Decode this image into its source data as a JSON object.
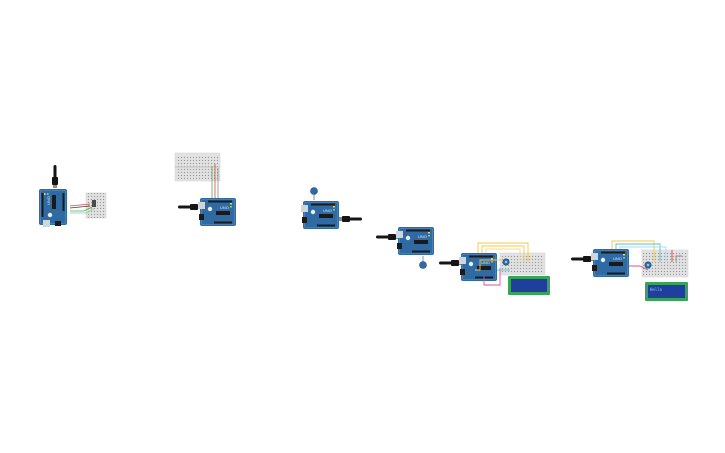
{
  "canvas": {
    "background": "#ffffff",
    "theme_colors": {
      "board_blue": "#2f6aa3",
      "board_dark": "#1f4e7a",
      "usb_black": "#151515",
      "breadboard": "#e3e3e3",
      "lcd_frame": "#3aa35b",
      "lcd_screen": "#1e3f9e",
      "wire_yellow": "#f1c94b",
      "wire_green": "#4caf50",
      "wire_pink": "#e04f8f",
      "wire_cyan": "#57c2d8",
      "wire_red": "#d94848"
    }
  },
  "circuits": [
    {
      "name": "circuit-1",
      "parts": [
        "arduino-board",
        "usb-cable",
        "mini-breadboard",
        "jumper-wires"
      ]
    },
    {
      "name": "circuit-2",
      "parts": [
        "arduino-board",
        "usb-cable",
        "breadboard",
        "jumper-wires"
      ]
    },
    {
      "name": "circuit-3",
      "parts": [
        "arduino-board",
        "usb-cable",
        "component-marker"
      ]
    },
    {
      "name": "circuit-4",
      "parts": [
        "arduino-board",
        "usb-cable",
        "component-marker"
      ]
    },
    {
      "name": "circuit-5",
      "parts": [
        "arduino-board",
        "usb-cable",
        "breadboard",
        "lcd-display",
        "potentiometer",
        "jumper-wires"
      ]
    },
    {
      "name": "circuit-6",
      "parts": [
        "arduino-board",
        "usb-cable",
        "breadboard",
        "lcd-display",
        "potentiometer",
        "jumper-wires"
      ],
      "lcd_text": "Hello"
    }
  ]
}
